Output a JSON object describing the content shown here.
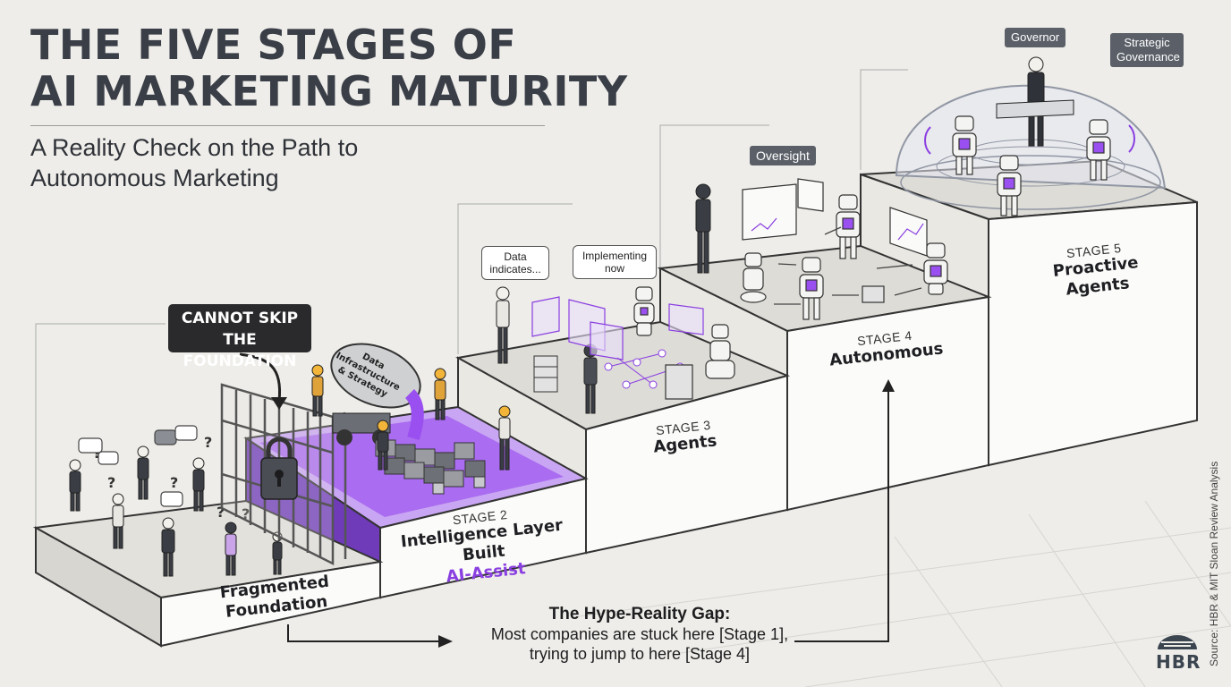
{
  "title": {
    "line1": "THE FIVE STAGES OF",
    "line2": "AI MARKETING MATURITY"
  },
  "subtitle": {
    "line1": "A Reality Check on the Path to",
    "line2": "Autonomous Marketing"
  },
  "callout": {
    "line1": "CANNOT SKIP",
    "line2": "THE FOUNDATION"
  },
  "mixer_label": {
    "line1": "Data",
    "line2": "Infrastructure",
    "line3": "& Strategy"
  },
  "stages": [
    {
      "name": "Fragmented Foundation"
    },
    {
      "num": "STAGE 2",
      "name": "Intelligence Layer Built",
      "sub": "AI-Assist"
    },
    {
      "num": "STAGE 3",
      "name": "Agents"
    },
    {
      "num": "STAGE 4",
      "name": "Autonomous"
    },
    {
      "num": "STAGE 5",
      "name": "Proactive Agents"
    }
  ],
  "bubbles": {
    "data_indicates": "Data indicates...",
    "implementing_now": "Implementing now"
  },
  "tags": {
    "oversight": "Oversight",
    "governor": "Governor",
    "strategic_governance": "Strategic Governance"
  },
  "gap": {
    "title": "The Hype-Reality Gap:",
    "line1": "Most companies are stuck here [Stage 1],",
    "line2": "trying to jump to here [Stage 4]"
  },
  "source": "Source: HBR & MIT Sloan Review Analysis",
  "logo": "HBR",
  "colors": {
    "accent": "#8a3fe0",
    "dark": "#2a2a2c",
    "tag": "#5b6068",
    "background": "#eeede9"
  }
}
